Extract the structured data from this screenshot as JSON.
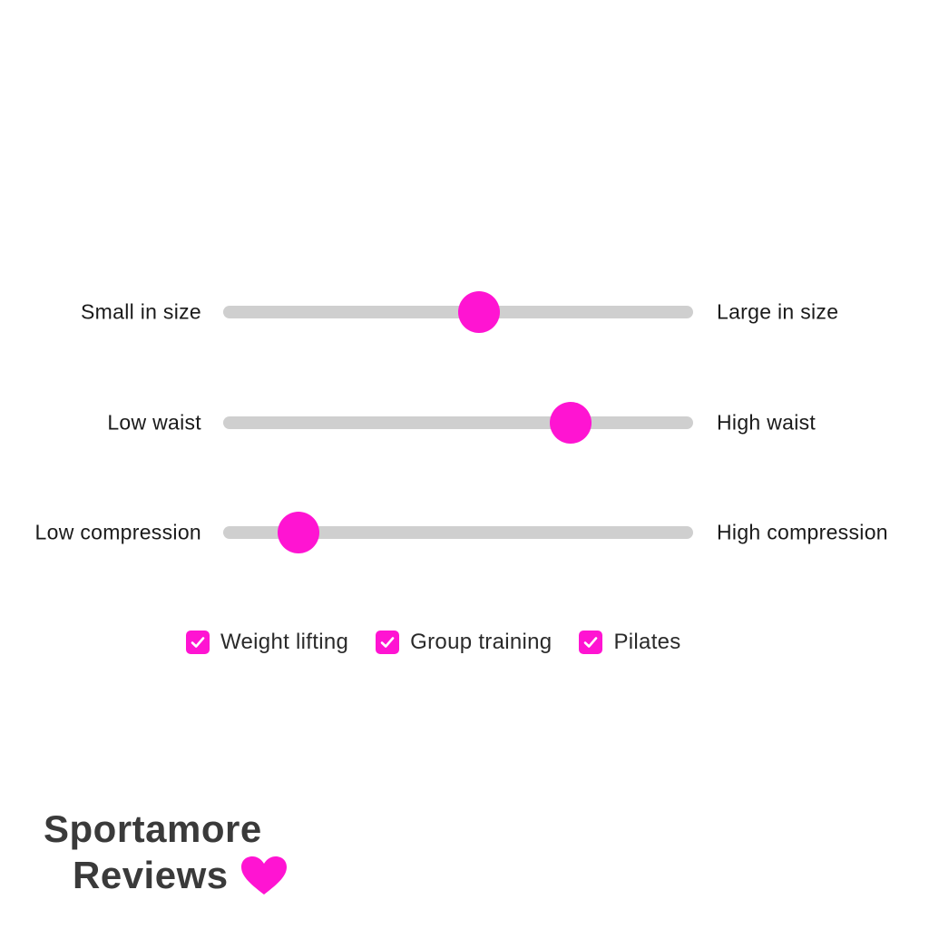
{
  "accent_color": "#ff14d2",
  "track_color": "#cfcfcf",
  "sliders": [
    {
      "left_label": "Small in size",
      "right_label": "Large in size",
      "value": 0.545
    },
    {
      "left_label": "Low waist",
      "right_label": "High waist",
      "value": 0.74
    },
    {
      "left_label": "Low compression",
      "right_label": "High compression",
      "value": 0.16
    }
  ],
  "options": [
    {
      "label": "Weight lifting",
      "checked": true
    },
    {
      "label": "Group training",
      "checked": true
    },
    {
      "label": "Pilates",
      "checked": true
    }
  ],
  "brand": {
    "line1": "Sportamore",
    "line2": "Reviews",
    "icon": "heart-icon"
  }
}
